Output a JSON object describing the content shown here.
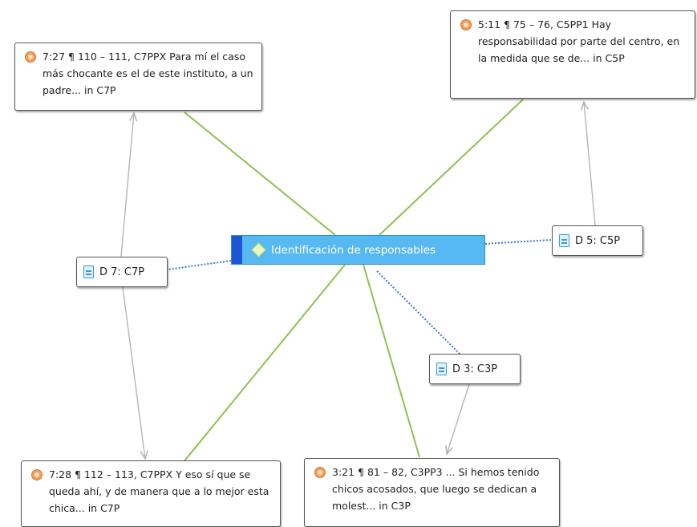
{
  "code": {
    "label": "Identificación de responsables"
  },
  "quotes": [
    {
      "id": "q727",
      "text": "7:27 ¶ 110 – 111, C7PPX Para mí el caso más chocante es el de este instituto, a un padre... in C7P"
    },
    {
      "id": "q511",
      "text": "5:11 ¶ 75 – 76, C5PP1 Hay responsabilidad por parte del centro, en la medida que se de... in C5P"
    },
    {
      "id": "q728",
      "text": "7:28 ¶ 112 – 113, C7PPX Y eso sí que se queda ahí, y de manera que a lo mejor esta chica... in C7P"
    },
    {
      "id": "q321",
      "text": "3:21 ¶ 81 – 82, C3PP3 ... Si hemos tenido chicos acosados, que luego se dedican a molest... in C3P"
    }
  ],
  "documents": [
    {
      "id": "d7",
      "label": "D 7: C7P"
    },
    {
      "id": "d5",
      "label": "D 5: C5P"
    },
    {
      "id": "d3",
      "label": "D 3: C3P"
    }
  ],
  "colors": {
    "code_link": "#8cc152",
    "doc_link": "#3a78d8",
    "quote_doc_link": "#b5b5b5",
    "code_fill": "#57b9f2",
    "code_accent": "#1d56d4"
  },
  "icons": {
    "quote": "quotation-icon",
    "document": "document-icon",
    "code": "code-diamond-icon"
  }
}
